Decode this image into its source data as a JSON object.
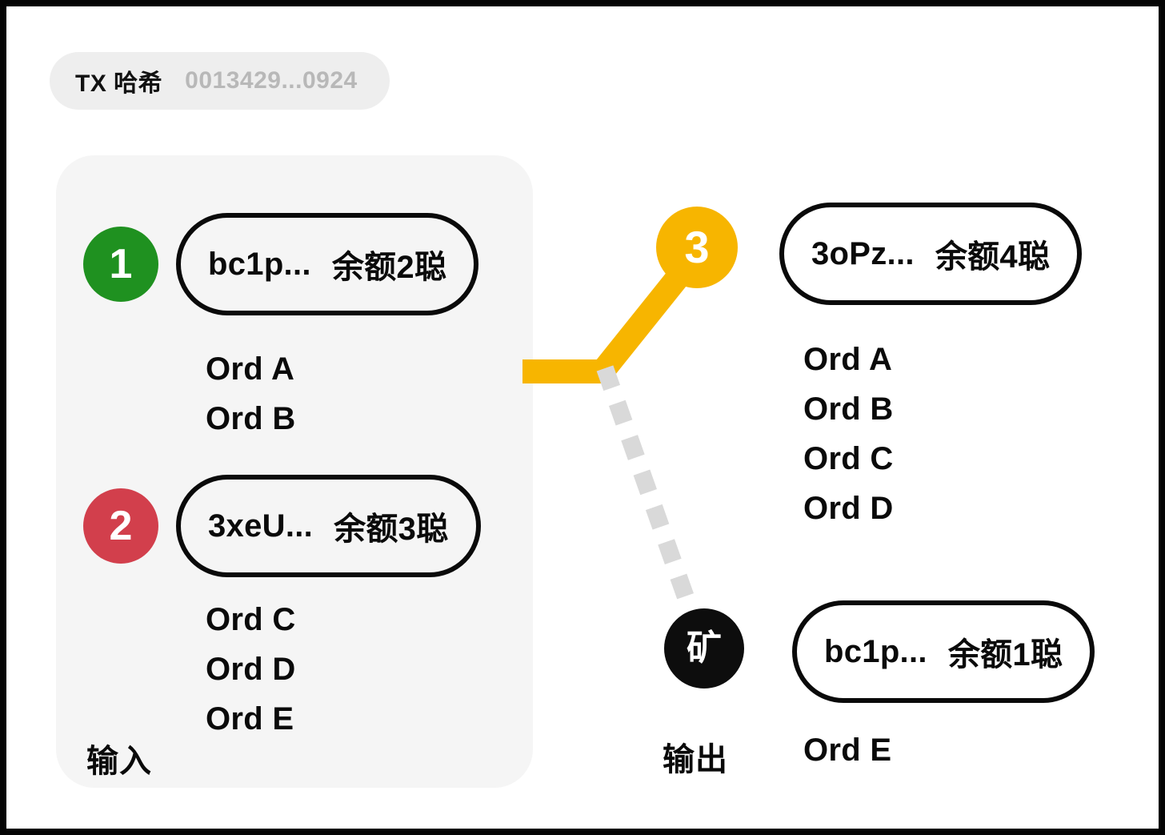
{
  "header": {
    "label": "TX 哈希",
    "hash": "0013429...0924"
  },
  "colors": {
    "input_one": "#1f9120",
    "input_two": "#d23f4c",
    "output_one": "#f7b500",
    "miner": "#0d0d0d",
    "panel_bg": "#f5f5f5",
    "chip_bg": "#eeeeee",
    "hash_text": "#b8b8b8",
    "border": "#0a0a0a",
    "dashed_line": "#d9d9d9"
  },
  "inputs": {
    "label": "输入",
    "items": [
      {
        "index": "1",
        "badge_color": "#1f9120",
        "address": "bc1p...",
        "amount": "余额2聪",
        "ordinals": [
          "Ord A",
          "Ord B"
        ]
      },
      {
        "index": "2",
        "badge_color": "#d23f4c",
        "address": "3xeU...",
        "amount": "余额3聪",
        "ordinals": [
          "Ord C",
          "Ord D",
          "Ord E"
        ]
      }
    ]
  },
  "outputs": {
    "label": "输出",
    "items": [
      {
        "index": "3",
        "badge_color": "#f7b500",
        "address": "3oPz...",
        "amount": "余额4聪",
        "ordinals": [
          "Ord A",
          "Ord B",
          "Ord C",
          "Ord D"
        ]
      },
      {
        "index": "矿",
        "badge_color": "#0d0d0d",
        "address": "bc1p...",
        "amount": "余额1聪",
        "ordinals": [
          "Ord E"
        ]
      }
    ]
  },
  "connectors": [
    {
      "name": "input-to-output-flow",
      "style": "solid",
      "color": "#f7b500"
    },
    {
      "name": "input-to-miner-fee",
      "style": "dashed",
      "color": "#d9d9d9"
    }
  ]
}
